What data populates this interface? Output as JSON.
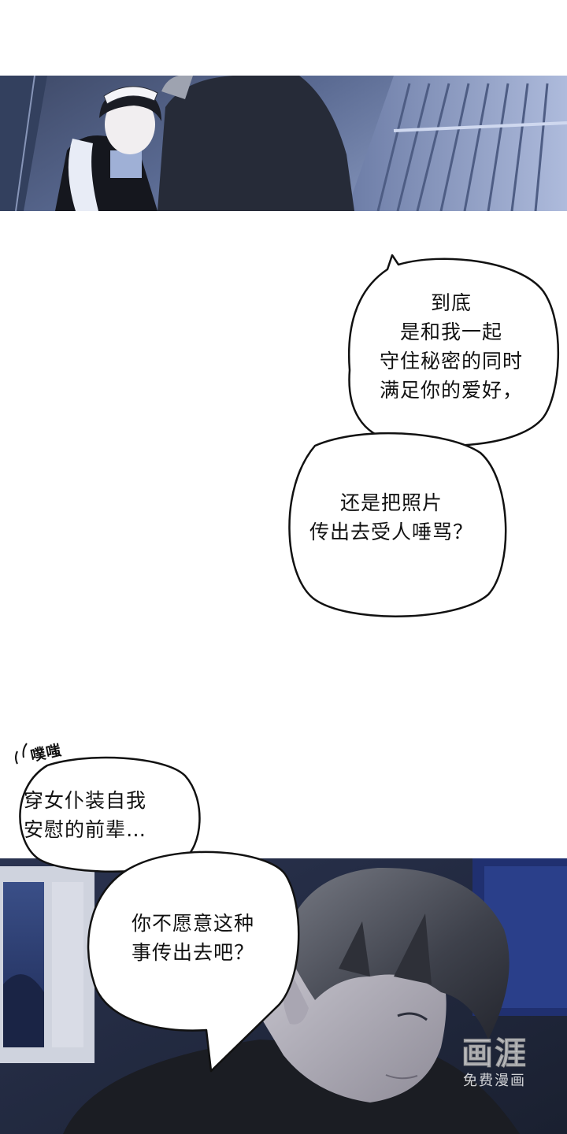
{
  "speech_bubbles": [
    {
      "lines": [
        "到底",
        "是和我一起",
        "守住秘密的同时",
        "满足你的爱好，"
      ]
    },
    {
      "lines": [
        "还是把照片",
        "传出去受人唾骂？"
      ]
    },
    {
      "lines": [
        "穿女仆装自我",
        "安慰的前辈…"
      ]
    },
    {
      "lines": [
        "你不愿意这种",
        "事传出去吧？"
      ]
    }
  ],
  "sound_effect": "噗嗤",
  "watermark": {
    "logo": "画涯",
    "subtitle": "免费漫画"
  },
  "colors": {
    "page_background": "#ffffff",
    "panel_dark_blue": "#1c2536",
    "panel_mid_blue": "#4a5a80",
    "bubble_fill": "#ffffff",
    "bubble_stroke": "#111111"
  }
}
